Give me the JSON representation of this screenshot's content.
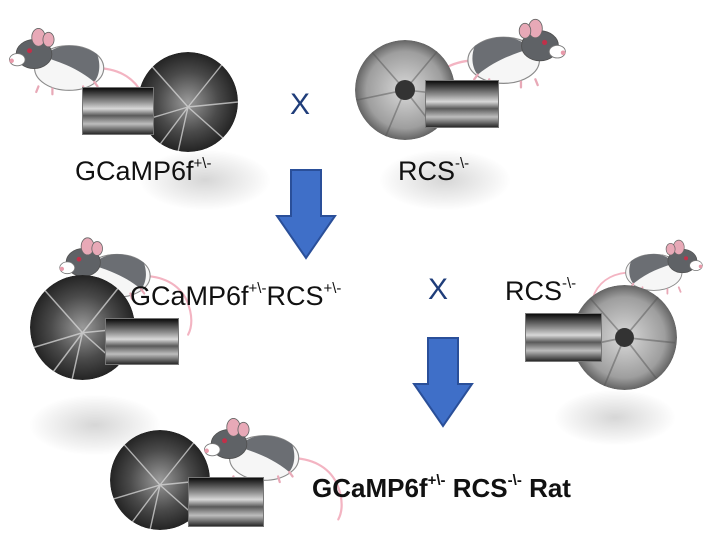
{
  "parents": {
    "left": {
      "base": "GCaMP6f",
      "sup": "+\\-"
    },
    "right": {
      "base": "RCS",
      "sup": "-\\-"
    },
    "cross_symbol": "X"
  },
  "generation_1": {
    "offspring": {
      "base1": "GCaMP6f",
      "sup1": "+\\-",
      "base2": "RCS",
      "sup2": "+\\-"
    },
    "partner": {
      "base": "RCS",
      "sup": "-\\-"
    },
    "cross_symbol": "X"
  },
  "result": {
    "base1": "GCaMP6f",
    "sup1": "+\\-",
    "base2": "RCS",
    "sup2": "-\\-",
    "suffix": "Rat"
  },
  "colors": {
    "arrow_fill": "#3f6fc8",
    "arrow_stroke": "#2a4f99",
    "cross_color": "#1f3d7a",
    "rat_tail": "#f3b4c2"
  },
  "icons": [
    "rat-icon",
    "fundus-image",
    "oct-scan-image",
    "down-arrow-icon"
  ]
}
